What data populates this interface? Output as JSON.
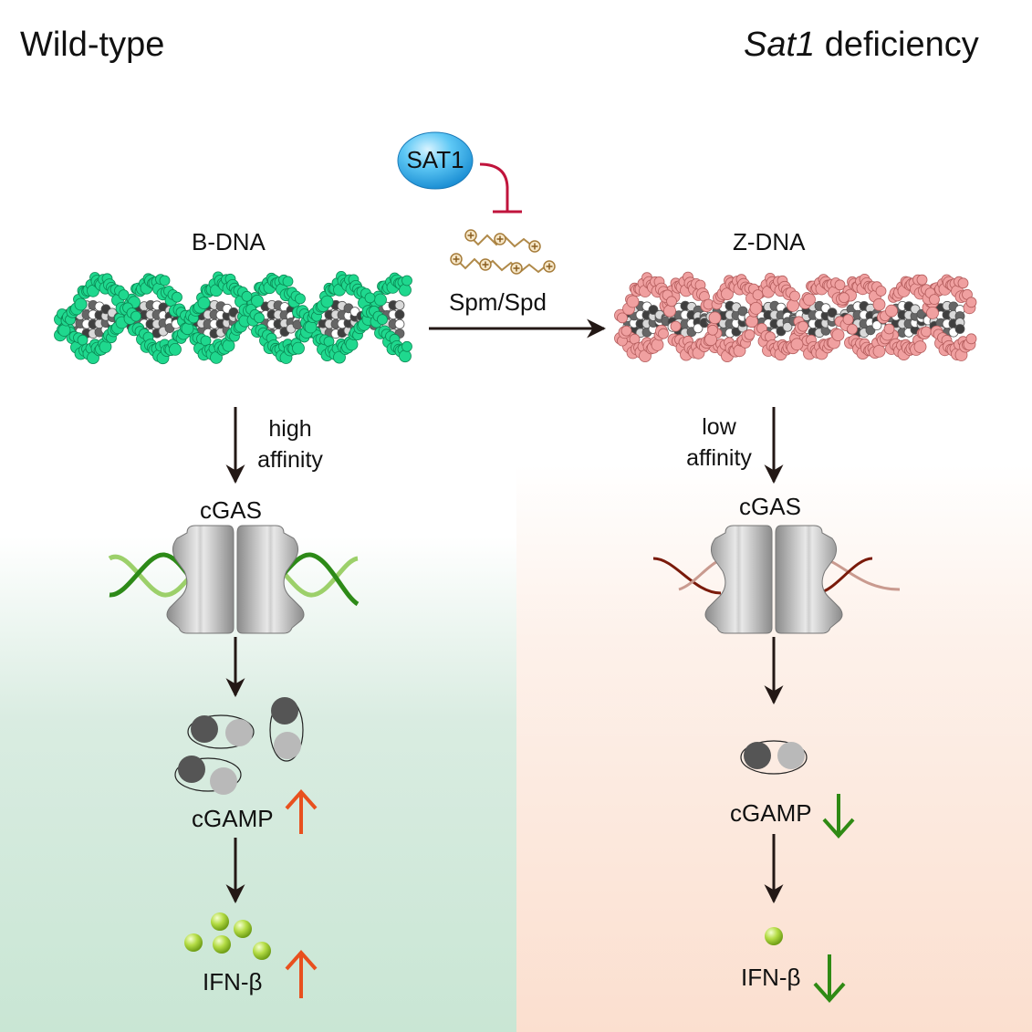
{
  "left_panel": {
    "title": "Wild-type",
    "dna_label": "B-DNA",
    "affinity_label_line1": "high",
    "affinity_label_line2": "affinity",
    "enzyme_label": "cGAS",
    "product_label": "cGAMP",
    "product_trend": "up",
    "cytokine_label": "IFN-β",
    "cytokine_trend": "up",
    "background_color": "#cfe7d8",
    "dna_color": "#1fd88e"
  },
  "right_panel": {
    "title_italic": "Sat1",
    "title_rest": " deficiency",
    "dna_label": "Z-DNA",
    "affinity_label_line1": "low",
    "affinity_label_line2": "affinity",
    "enzyme_label": "cGAS",
    "product_label": "cGAMP",
    "product_trend": "down",
    "cytokine_label": "IFN-β",
    "cytokine_trend": "down",
    "background_color": "#fbe1d3",
    "dna_color": "#f0a0a0"
  },
  "center": {
    "enzyme_label": "SAT1",
    "polyamine_label": "Spm/Spd",
    "inhibition_color": "#c0143c"
  },
  "colors": {
    "up_arrow": "#e8501e",
    "down_arrow": "#2f8a14",
    "ifn_particle": "#9fd13a"
  }
}
